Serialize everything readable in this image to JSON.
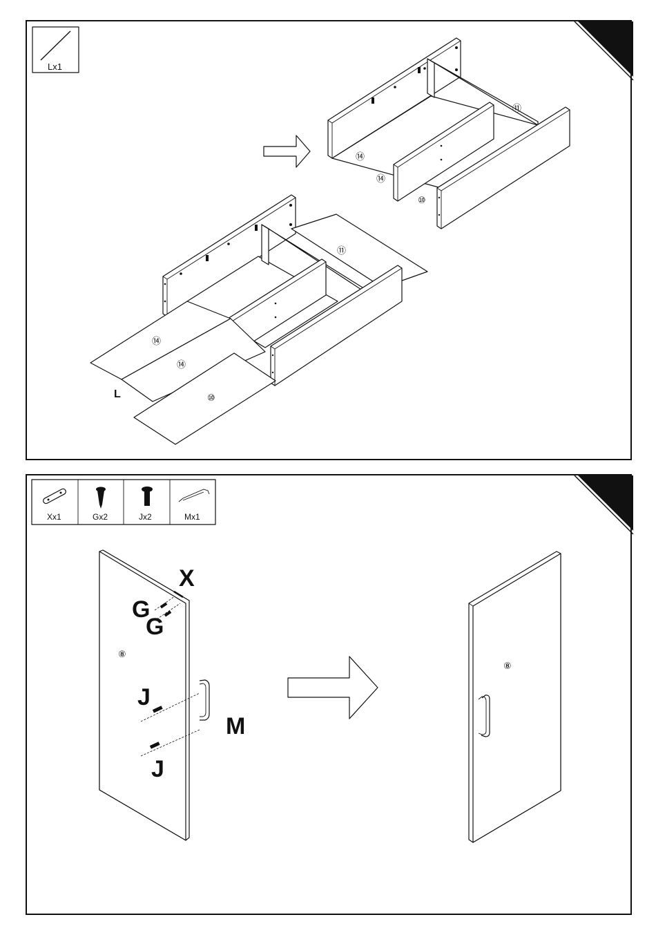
{
  "panel1": {
    "parts_box": {
      "label": "Lx1",
      "icon": "rod-icon"
    },
    "part_callouts": {
      "p11": "⑪",
      "p14a": "⑭",
      "p14b": "⑭",
      "p10": "⑩"
    },
    "loose_letter": "L",
    "result_callouts": {
      "p11": "⑪",
      "p14a": "⑭",
      "p14b": "⑭",
      "p10": "⑩"
    }
  },
  "panel2": {
    "parts": [
      {
        "label": "Xx1",
        "icon": "plate-icon"
      },
      {
        "label": "Gx2",
        "icon": "screw-icon"
      },
      {
        "label": "Jx2",
        "icon": "bolt-icon"
      },
      {
        "label": "Mx1",
        "icon": "handle-icon"
      }
    ],
    "letters": {
      "x": "X",
      "g1": "G",
      "g2": "G",
      "j1": "J",
      "j2": "J",
      "m": "M"
    },
    "door_callout": "⑧",
    "result_callout": "⑧"
  }
}
